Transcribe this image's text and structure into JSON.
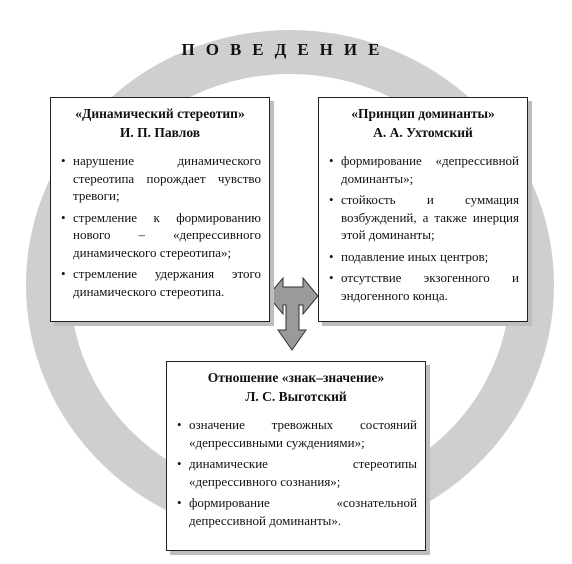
{
  "title": "ПОВЕДЕНИЕ",
  "colors": {
    "ring": "#cfcfcf",
    "arrow_fill": "#9a9a9a",
    "box_border": "#222222",
    "box_shadow": "#bdbdbd"
  },
  "boxes": {
    "pavlov": {
      "heading": "«Динамический стереотип»",
      "author": "И. П. Павлов",
      "items": [
        "нарушение динамического стереотипа порождает чувство тревоги;",
        "стремление к формированию нового – «депрессивного динамического стереотипа»;",
        "стремление удержания этого динамического стереотипа."
      ]
    },
    "ukhtomsky": {
      "heading": "«Принцип доминанты»",
      "author": "А. А. Ухтомский",
      "items": [
        "формирование «депрессивной доминанты»;",
        "стойкость и суммация возбуждений, а также инерция этой доминанты;",
        "подавление иных центров;",
        "отсутствие экзогенного и эндогенного конца."
      ]
    },
    "vygotsky": {
      "heading": "Отношение «знак–значение»",
      "author": "Л. С. Выготский",
      "items": [
        "означение тревожных состояний «депрессивными суждениями»;",
        "динамические стереотипы «депрессивного сознания»;",
        "формирование «сознательной депрессивной доминанты»."
      ]
    }
  }
}
